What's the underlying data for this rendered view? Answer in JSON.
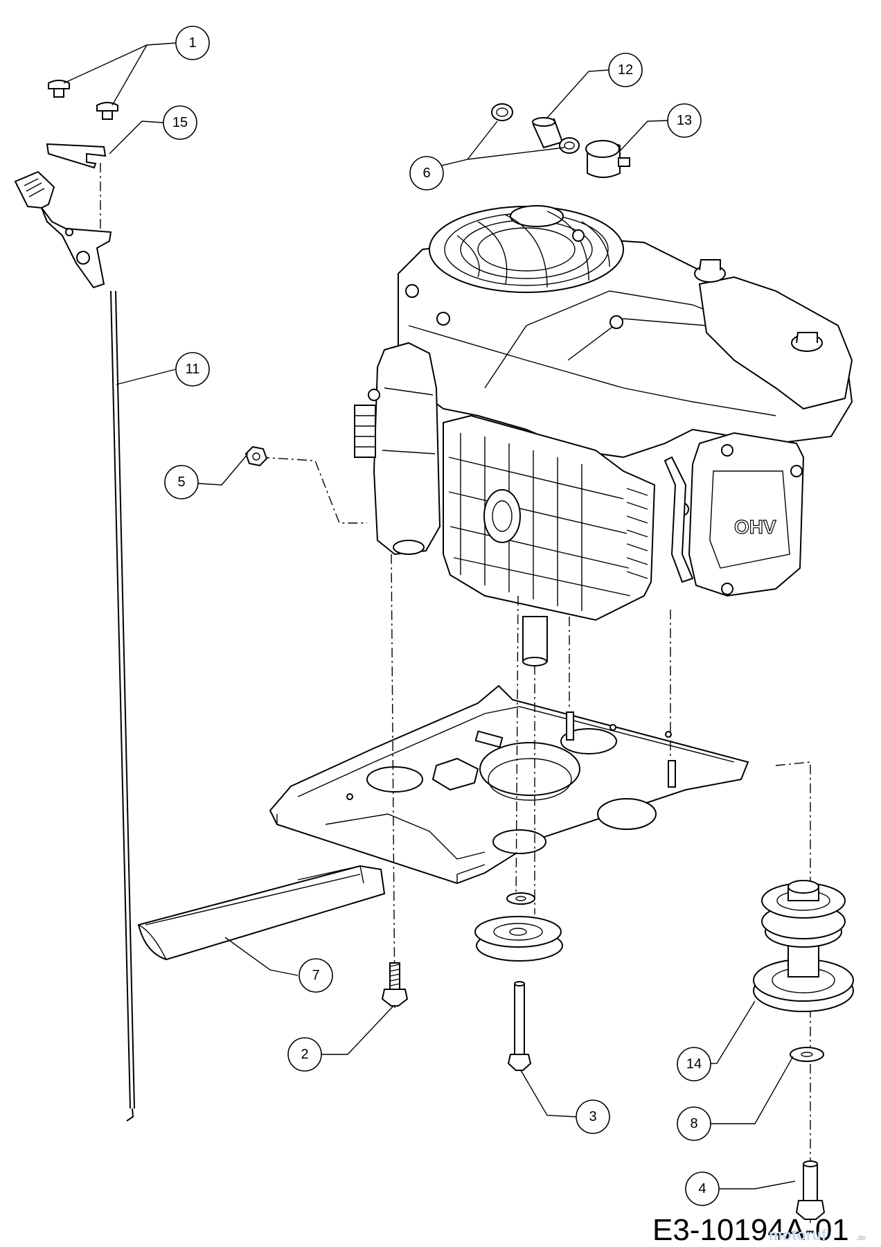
{
  "diagram": {
    "drawing_number": "E3-10194A-01",
    "engine_marking": "OHV",
    "watermark": "motoruf",
    "watermark_suffix": ".de",
    "callouts": [
      {
        "label": "1"
      },
      {
        "label": "2"
      },
      {
        "label": "3"
      },
      {
        "label": "4"
      },
      {
        "label": "5"
      },
      {
        "label": "6"
      },
      {
        "label": "7"
      },
      {
        "label": "8"
      },
      {
        "label": "11"
      },
      {
        "label": "12"
      },
      {
        "label": "13"
      },
      {
        "label": "14"
      },
      {
        "label": "15"
      }
    ]
  }
}
